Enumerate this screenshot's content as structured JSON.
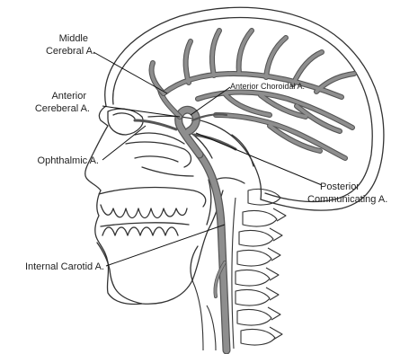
{
  "labels": {
    "middle_cerebral": [
      "Middle",
      "Cerebral A."
    ],
    "anterior_choroidal": "Anterior Choroidal A.",
    "anterior_cerebral": [
      "Anterior",
      "Cereberal A."
    ],
    "ophthalmic": "Ophthalmic A.",
    "posterior_communicating": [
      "Posterior",
      "Communicating A."
    ],
    "internal_carotid": "Internal Carotid A."
  },
  "colors": {
    "artery": "#8e8e8e",
    "artery_outline": "#555555",
    "outline": "#333333",
    "leader": "#111111"
  }
}
